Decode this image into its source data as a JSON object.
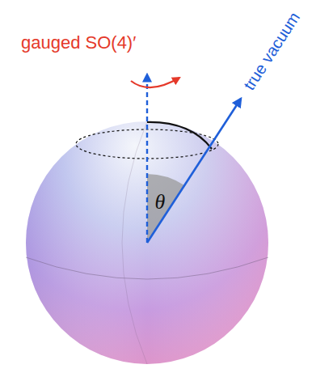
{
  "diagram": {
    "labels": [
      "gauged SO(4)′",
      "true vacuum",
      "θ"
    ]
  }
}
